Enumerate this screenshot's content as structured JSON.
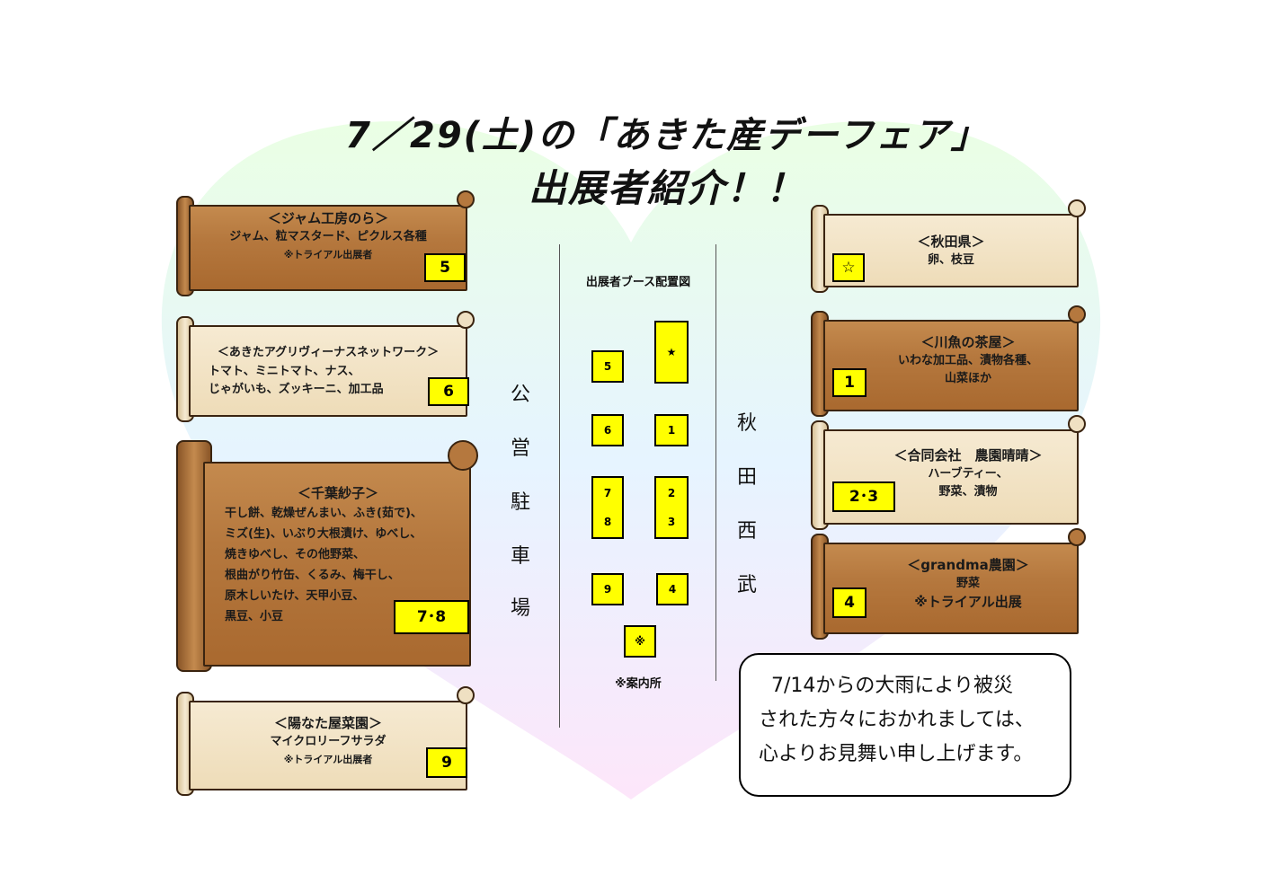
{
  "title": {
    "line1": "7／29(土)の「あきた産デーフェア」",
    "line2": "出展者紹介！！"
  },
  "left_exhibitors": [
    {
      "name": "＜ジャム工房のら＞",
      "lines": [
        "ジャム、粒マスタード、ピクルス各種",
        "※トライアル出展者"
      ],
      "booth": "5"
    },
    {
      "name": "＜あきたアグリヴィーナスネットワーク＞",
      "lines": [
        "トマト、ミニトマト、ナス、",
        "じゃがいも、ズッキーニ、加工品"
      ],
      "booth": "6"
    },
    {
      "name": "＜千葉紗子＞",
      "lines": [
        "干し餅、乾燥ぜんまい、ふき(茹で)、",
        "ミズ(生)、いぶり大根漬け、ゆべし、",
        "焼きゆべし、その他野菜、",
        "根曲がり竹缶、くるみ、梅干し、",
        "原木しいたけ、天甲小豆、",
        "黒豆、小豆"
      ],
      "booth": "7･8"
    },
    {
      "name": "＜陽なた屋菜園＞",
      "lines": [
        "マイクロリーフサラダ",
        "※トライアル出展者"
      ],
      "booth": "9"
    }
  ],
  "right_exhibitors": [
    {
      "name": "＜秋田県＞",
      "lines": [
        "卵、枝豆"
      ],
      "booth": "☆"
    },
    {
      "name": "＜川魚の茶屋＞",
      "lines": [
        "いわな加工品、漬物各種、",
        "山菜ほか"
      ],
      "booth": "1"
    },
    {
      "name": "＜合同会社　農園晴晴＞",
      "lines": [
        "ハーブティー、",
        "野菜、漬物"
      ],
      "booth": "2･3"
    },
    {
      "name": "＜grandma農園＞",
      "lines": [
        "野菜",
        "※トライアル出展"
      ],
      "booth": "4"
    }
  ],
  "map": {
    "title": "出展者ブース配置図",
    "left_label": [
      "公",
      "営",
      "駐",
      "車",
      "場"
    ],
    "right_label": [
      "秋",
      "田",
      "西",
      "武"
    ],
    "booths": {
      "b5": "5",
      "star": "★",
      "b6": "6",
      "b1": "1",
      "b7": "7",
      "b8": "8",
      "b2": "2",
      "b3": "3",
      "b9": "9",
      "b4": "4",
      "info": "※"
    },
    "info_label": "※案内所"
  },
  "notice": {
    "lines": [
      "7/14からの大雨により被災",
      "された方々におかれましては、",
      "心よりお見舞い申し上げます。"
    ]
  },
  "colors": {
    "booth_fill": "#ffff00",
    "scroll_dark": "#b5783e",
    "scroll_light": "#f0e0c0"
  }
}
